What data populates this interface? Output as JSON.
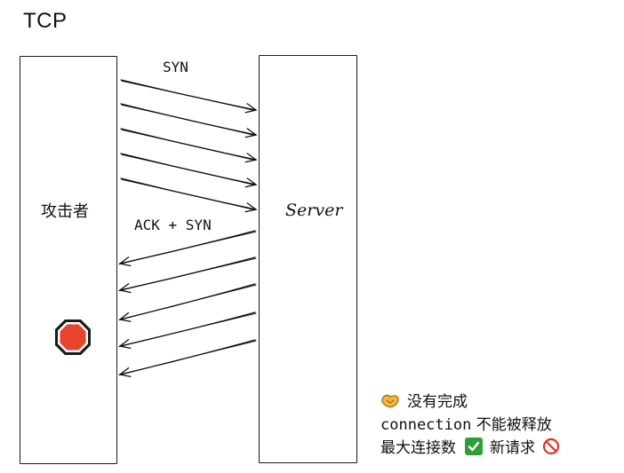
{
  "title": "TCP",
  "attacker": {
    "label": "攻击者"
  },
  "server": {
    "label": "Server"
  },
  "arrows": {
    "syn_label": "SYN",
    "ack_label": "ACK + SYN",
    "syn_count": 5,
    "ack_count": 5
  },
  "legend": {
    "line1": "没有完成",
    "line2_code": "connection",
    "line2_text": "不能被释放",
    "line3_text": "最大连接数",
    "line3_after": "新请求"
  },
  "icons": {
    "stop": "stop-sign-icon",
    "handshake": "handshake-icon",
    "check": "check-mark-icon",
    "prohibited": "prohibited-icon"
  },
  "colors": {
    "stop_red": "#e8442b",
    "check_green": "#2e9e3a",
    "handshake_yellow": "#f2b632",
    "prohibited_red": "#d9342b"
  }
}
